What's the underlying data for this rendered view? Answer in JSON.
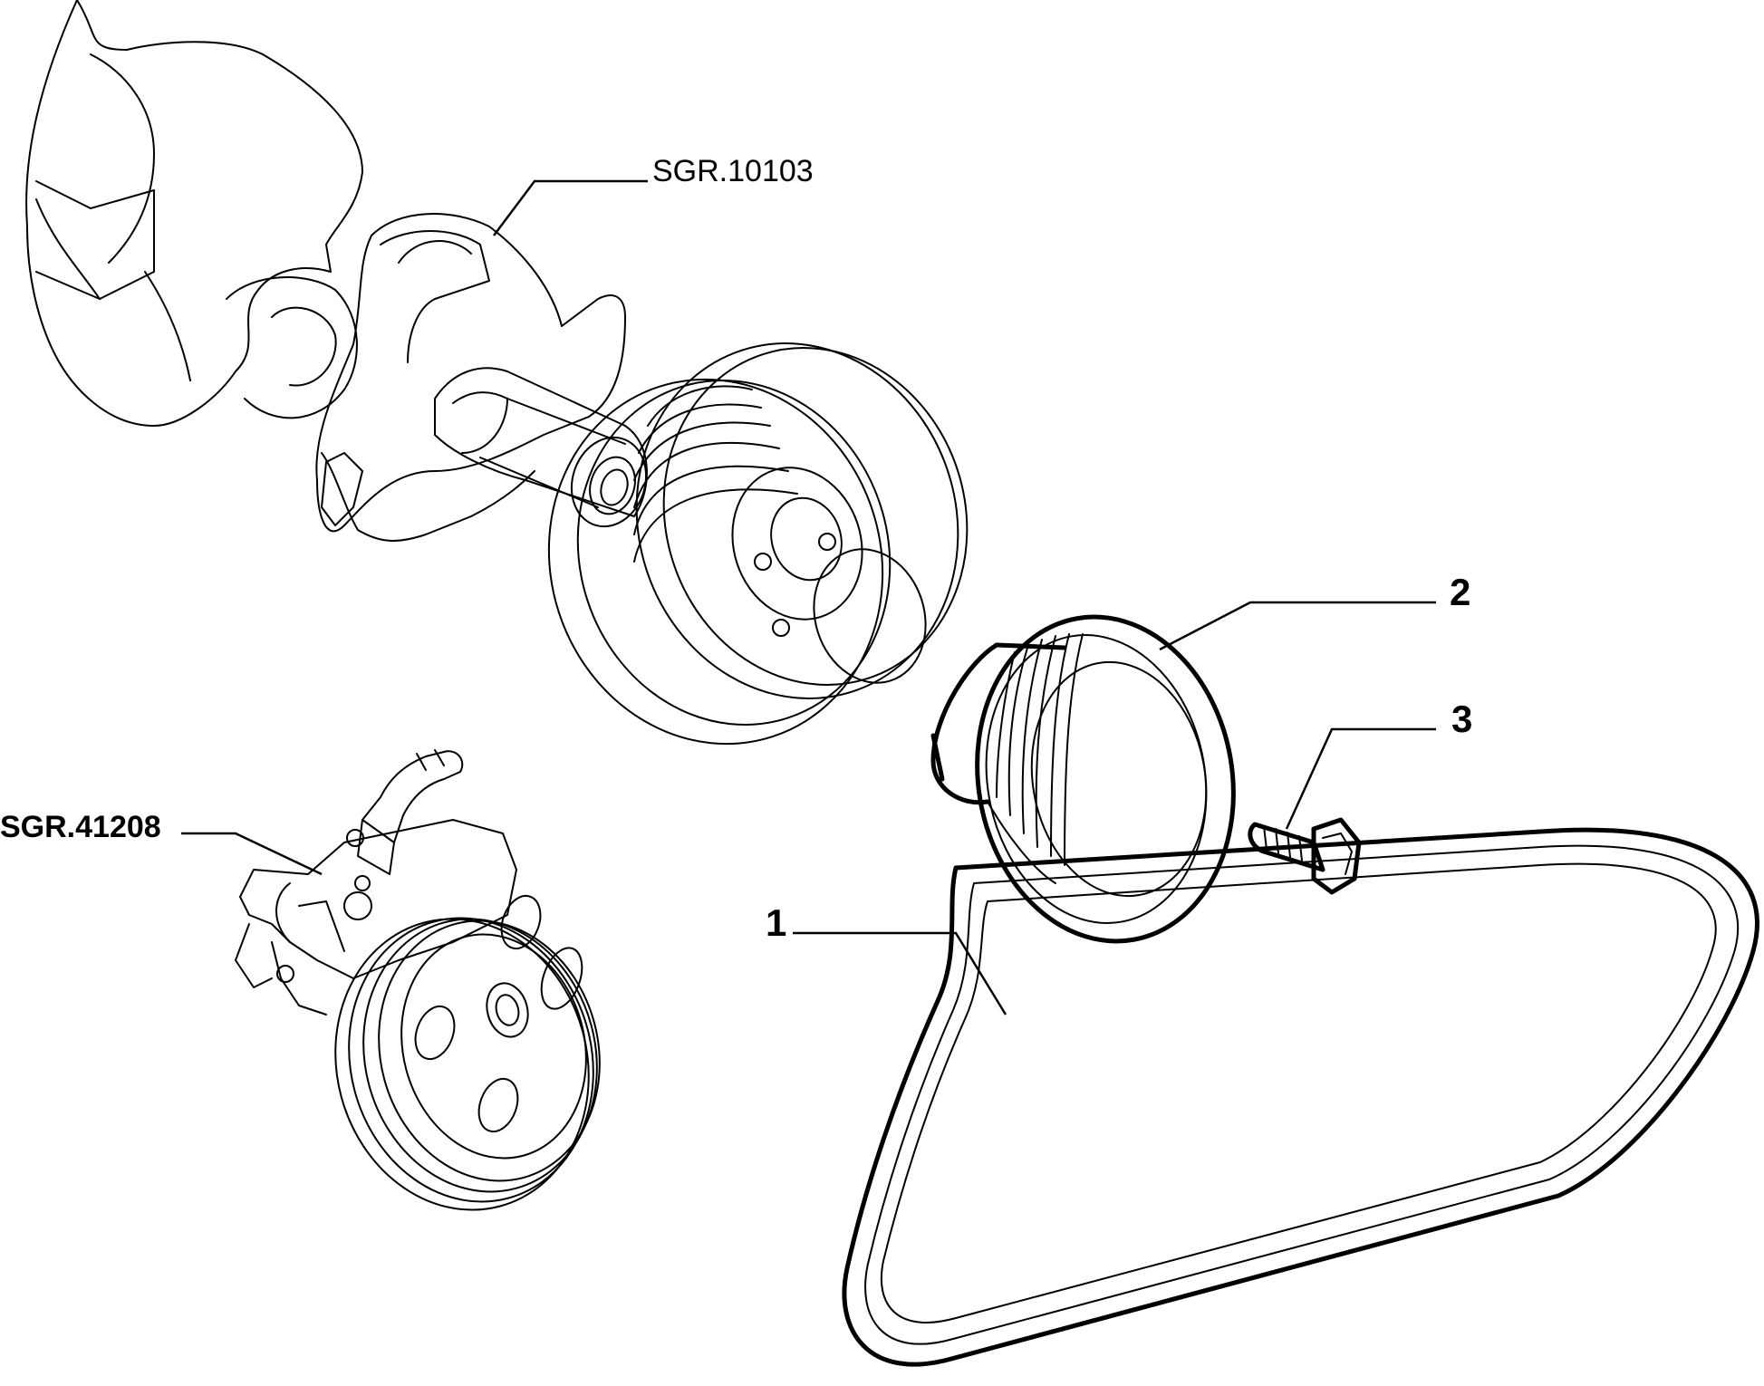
{
  "callouts": {
    "crankshaft_ref": "SGR.10103",
    "pump_ref": "SGR.41208",
    "belt_number": "1",
    "damper_pulley_number": "2",
    "bolt_number": "3"
  }
}
